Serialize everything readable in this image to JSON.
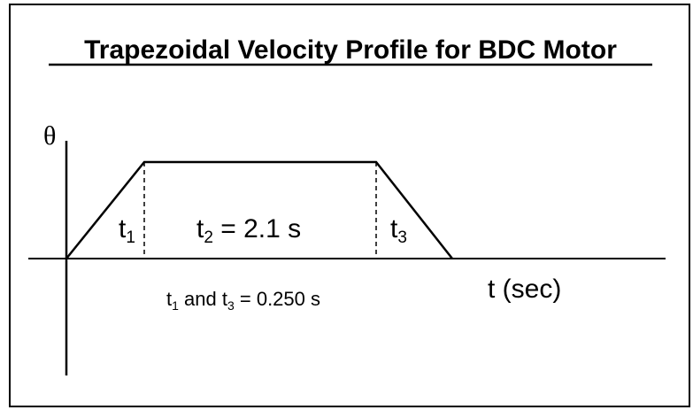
{
  "title": "Trapezoidal Velocity Profile for BDC Motor",
  "y_axis_label": "θ",
  "x_axis_label": "t (sec)",
  "segments": {
    "t1": {
      "base": "t",
      "sub": "1"
    },
    "t2": {
      "base": "t",
      "sub": "2",
      "rest": " = 2.1 s"
    },
    "t3": {
      "base": "t",
      "sub": "3"
    }
  },
  "note": {
    "a_base": "t",
    "a_sub": "1",
    "mid": " and t",
    "b_sub": "3",
    "rest": " = 0.250 s"
  },
  "colors": {
    "line": "#000000",
    "background": "#ffffff"
  }
}
